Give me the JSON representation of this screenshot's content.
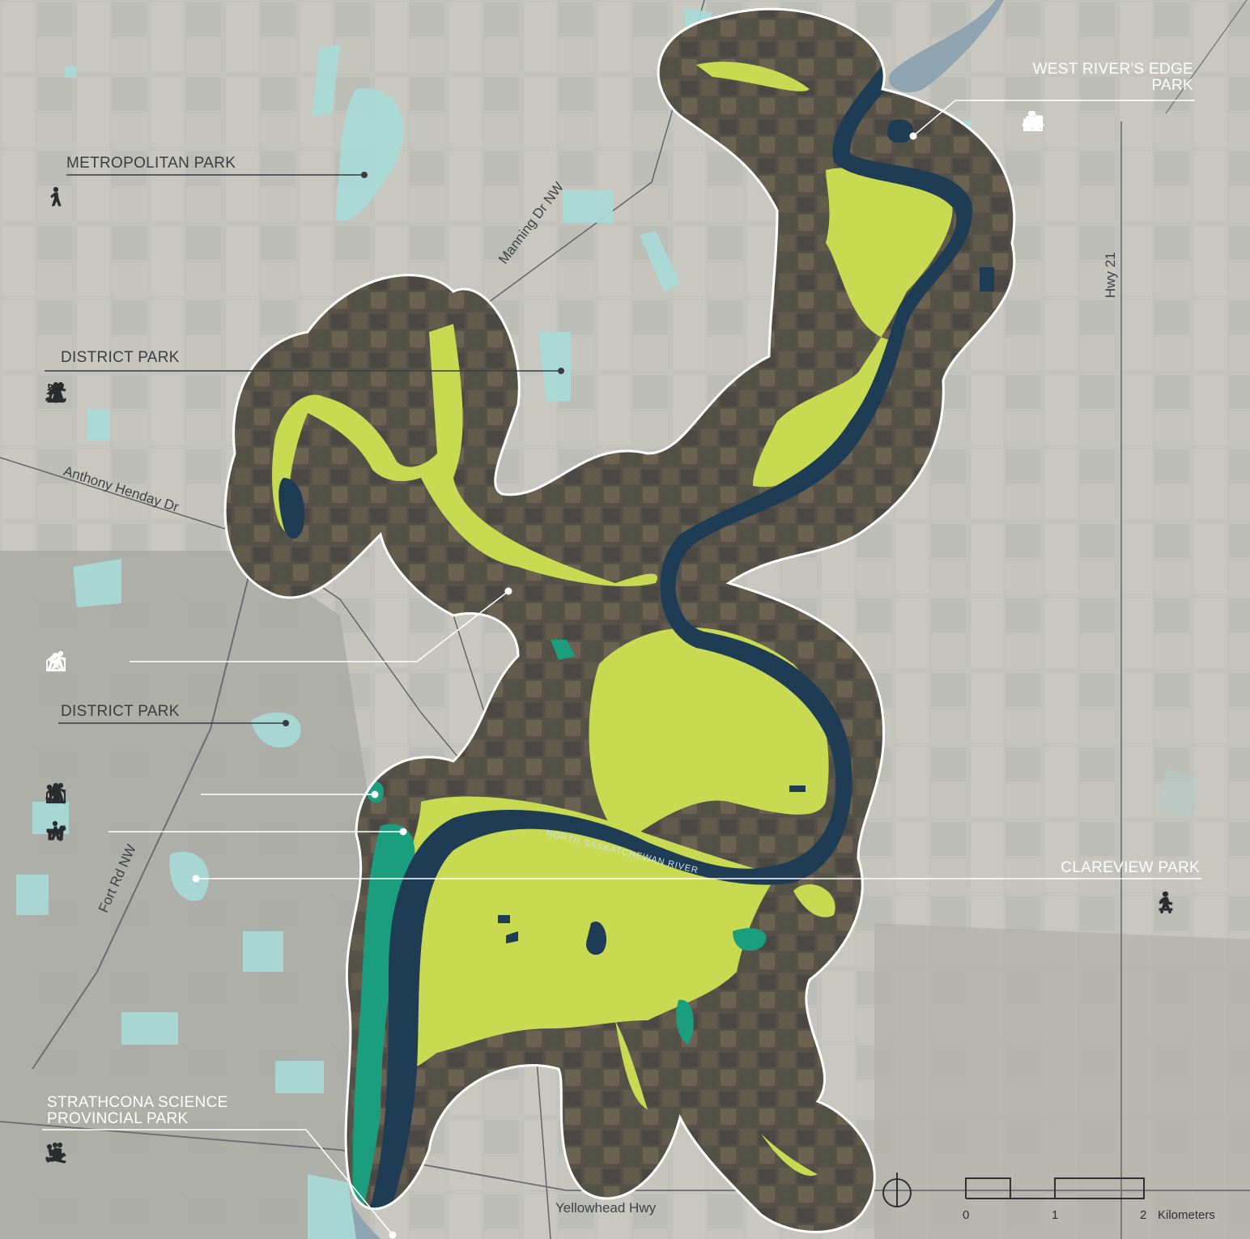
{
  "map": {
    "park_labels": {
      "west_rivers_edge_line1": "WEST RIVER'S EDGE",
      "west_rivers_edge_line2": "PARK",
      "metropolitan": "METROPOLITAN PARK",
      "district_north": "DISTRICT PARK",
      "district_south": "DISTRICT PARK",
      "clareview": "CLAREVIEW PARK",
      "strathcona_line1": "STRATHCONA SCIENCE",
      "strathcona_line2": "PROVINCIAL PARK"
    },
    "roads": {
      "manning": "Manning Dr NW",
      "henday": "Anthony Henday Dr",
      "hwy21": "Hwy 21",
      "fortrd": "Fort Rd NW",
      "yellowhead": "Yellowhead Hwy"
    },
    "river": "NORTH SASKATCHEWAN RIVER",
    "scale": {
      "tick0": "0",
      "tick1": "1",
      "tick2": "2",
      "unit": "Kilometers"
    },
    "amenities": {
      "west_rivers_edge": [
        "dog-icon",
        "hiker-icon",
        "boat-launch-icon",
        "walker-icon",
        "parking-icon",
        "walk-icon"
      ],
      "metropolitan": [
        "walk-icon"
      ],
      "district_north": [
        "playground-icon",
        "swimming-icon",
        "walk-icon",
        "skate-icon",
        "garden-icon"
      ],
      "community": [
        "community-hall-icon",
        "playground-icon",
        "skate-icon"
      ],
      "district_south_a": [
        "tobogganing-icon",
        "community-hall-icon",
        "playground-icon",
        "walk-icon",
        "skate-icon"
      ],
      "district_south_b": [
        "dog-icon",
        "hiker-icon"
      ],
      "clareview": [
        "walk-icon",
        "skateboard-icon"
      ],
      "strathcona": [
        "tobogganing-icon",
        "hiker-icon",
        "snowboard-icon"
      ]
    },
    "colors": {
      "study_area": "#c8da52",
      "river": "#1e3d54",
      "parkland": "#a7dcd9",
      "provincial_parkland": "#1b9e7d",
      "outline": "#ffffff"
    }
  }
}
